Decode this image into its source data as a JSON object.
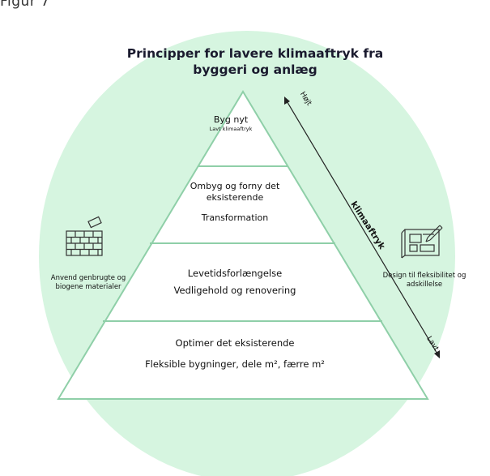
{
  "figure_label": "Figur 7",
  "title": "Principper for lavere klimaaftryk fra byggeri og anlæg",
  "pyramid": {
    "tiers": [
      {
        "heading": "Byg nyt",
        "sub": "Lavt klimaaftryk"
      },
      {
        "heading": "Ombyg og forny det eksisterende",
        "sub": "Transformation"
      },
      {
        "heading": "Levetidsforlængelse",
        "sub": "Vedligehold og renovering"
      },
      {
        "heading": "Optimer det eksisterende",
        "sub": "Fleksible bygninger, dele m², færre m²"
      }
    ]
  },
  "axis": {
    "top": "Højt",
    "middle": "klimaaftryk",
    "bottom": "Lavt"
  },
  "left_panel": {
    "icon": "brick-wall-icon",
    "text": "Anvend genbrugte og biogene materialer"
  },
  "right_panel": {
    "icon": "blueprint-pencil-icon",
    "text": "Design til fleksibilitet og adskillelse"
  },
  "colors": {
    "background_circle": "#d6f5e0",
    "pyramid_fill": "#ffffff",
    "pyramid_stroke": "#8fcfa8",
    "text": "#111111"
  }
}
